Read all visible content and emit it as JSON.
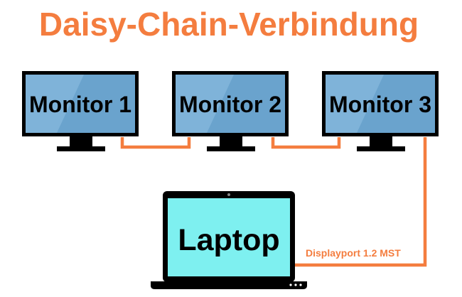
{
  "title": "Daisy-Chain-Verbindung",
  "monitors": [
    {
      "label": "Monitor 1"
    },
    {
      "label": "Monitor 2"
    },
    {
      "label": "Monitor 3"
    }
  ],
  "laptop": {
    "label": "Laptop"
  },
  "connection": {
    "label": "Displayport 1.2 MST"
  },
  "colors": {
    "accent": "#f47d3f",
    "screen": "#7fb3d9",
    "laptop_screen": "#7ef0f0",
    "outline": "#000000"
  }
}
